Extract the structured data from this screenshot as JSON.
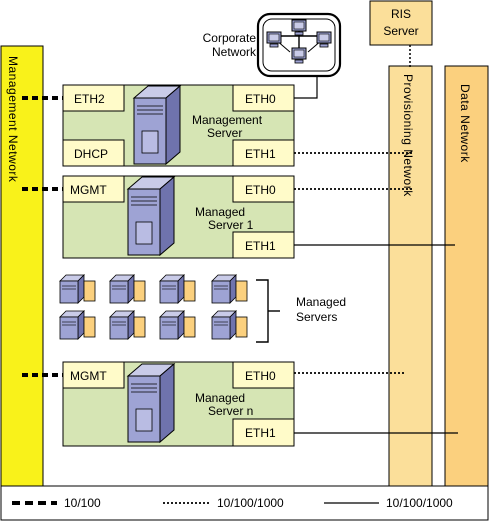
{
  "colors": {
    "server_panel": "#d6e5b4",
    "port_box": "#fffbc9",
    "management_bar": "#f9f21a",
    "provisioning_bar": "#fbdf9a",
    "data_bar": "#fbd07e",
    "ris_box": "#fbdf9a",
    "server_body": "#9ea3d4",
    "stroke": "#000000"
  },
  "labels": {
    "corporate_network": [
      "Corporate",
      "Network"
    ],
    "ris_server": [
      "RIS",
      "Server"
    ],
    "management_network": "Management  Network",
    "provisioning_network": "Provisioning  Network",
    "data_network": "Data  Network",
    "management_server": [
      "Management",
      "Server"
    ],
    "managed_server_1": [
      "Managed",
      "Server 1"
    ],
    "managed_server_n": [
      "Managed",
      "Server n"
    ],
    "managed_servers": [
      "Managed",
      "Servers"
    ]
  },
  "ports": {
    "eth2": "ETH2",
    "eth0": "ETH0",
    "eth1": "ETH1",
    "dhcp": "DHCP",
    "mgmt": "MGMT"
  },
  "legend": {
    "items": [
      {
        "style": "thick-dash",
        "label": "10/100"
      },
      {
        "style": "fine-dash",
        "label": "10/100/1000"
      },
      {
        "style": "solid",
        "label": "10/100/1000"
      }
    ]
  },
  "icons": {
    "corporate_network": "network-icon",
    "server": "server-tower-icon",
    "mini_server": "mini-server-icon"
  }
}
